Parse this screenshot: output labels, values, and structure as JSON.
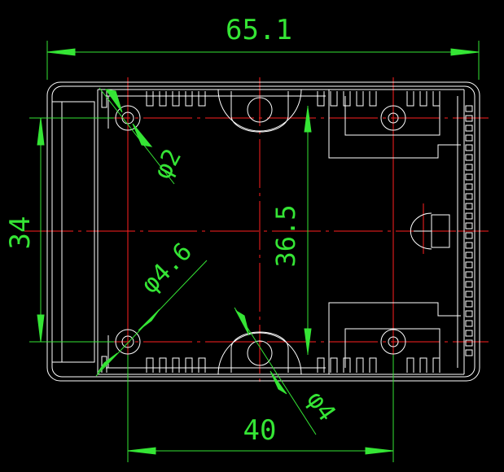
{
  "drawing": {
    "colors": {
      "background": "#000000",
      "outline": "#ffffff",
      "centerline": "#ff2020",
      "dimension": "#35e535"
    },
    "dimensions": {
      "overall_width": "65.1",
      "inner_height": "34",
      "center_span": "36.5",
      "hole_spacing": "40",
      "dia_small": "φ2",
      "dia_large": "φ4.6",
      "dia_bottom": "φ4"
    }
  }
}
